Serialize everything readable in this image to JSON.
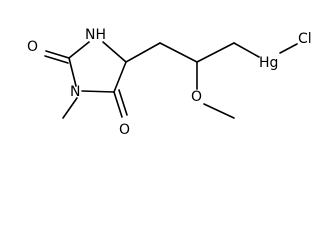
{
  "molecule": {
    "atoms": {
      "nh": "NH",
      "o_top": "O",
      "n_ring": "N",
      "o_bottom": "O",
      "o_methoxy": "O",
      "hg": "Hg",
      "cl": "Cl"
    }
  }
}
